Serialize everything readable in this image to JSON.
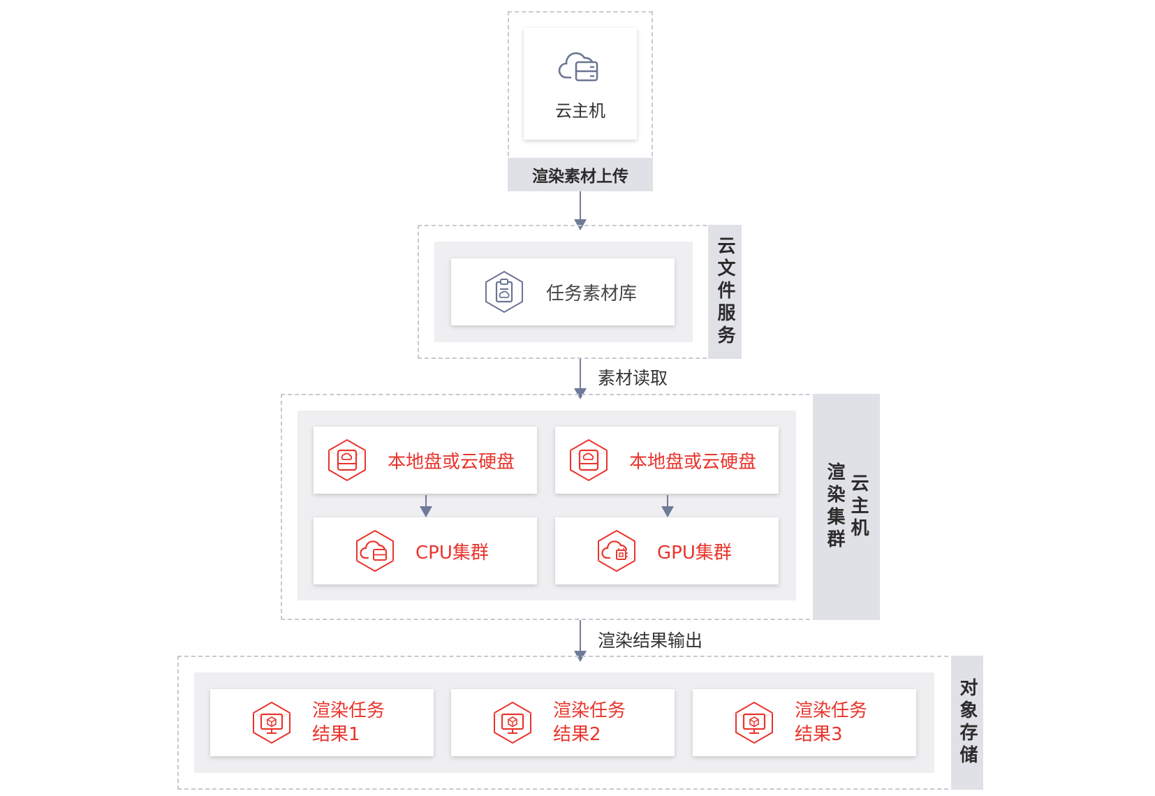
{
  "upload": {
    "vm_label": "云主机",
    "caption": "渲染素材上传"
  },
  "file_service": {
    "side_label": "云文件服务",
    "library_label": "任务素材库"
  },
  "flow": {
    "read_label": "素材读取",
    "output_label": "渲染结果输出"
  },
  "render_cluster": {
    "side_label_1": "渲染集群",
    "side_label_2": "云主机",
    "disk_left": "本地盘或云硬盘",
    "disk_right": "本地盘或云硬盘",
    "cpu": "CPU集群",
    "gpu": "GPU集群"
  },
  "object_storage": {
    "side_label": "对象存储",
    "results": [
      {
        "line1": "渲染任务",
        "line2": "结果1"
      },
      {
        "line1": "渲染任务",
        "line2": "结果2"
      },
      {
        "line1": "渲染任务",
        "line2": "结果3"
      }
    ]
  },
  "colors": {
    "accent": "#e8342c",
    "arrow": "#6f7a99",
    "panel": "#efeff1",
    "side": "#e0e1e6"
  }
}
